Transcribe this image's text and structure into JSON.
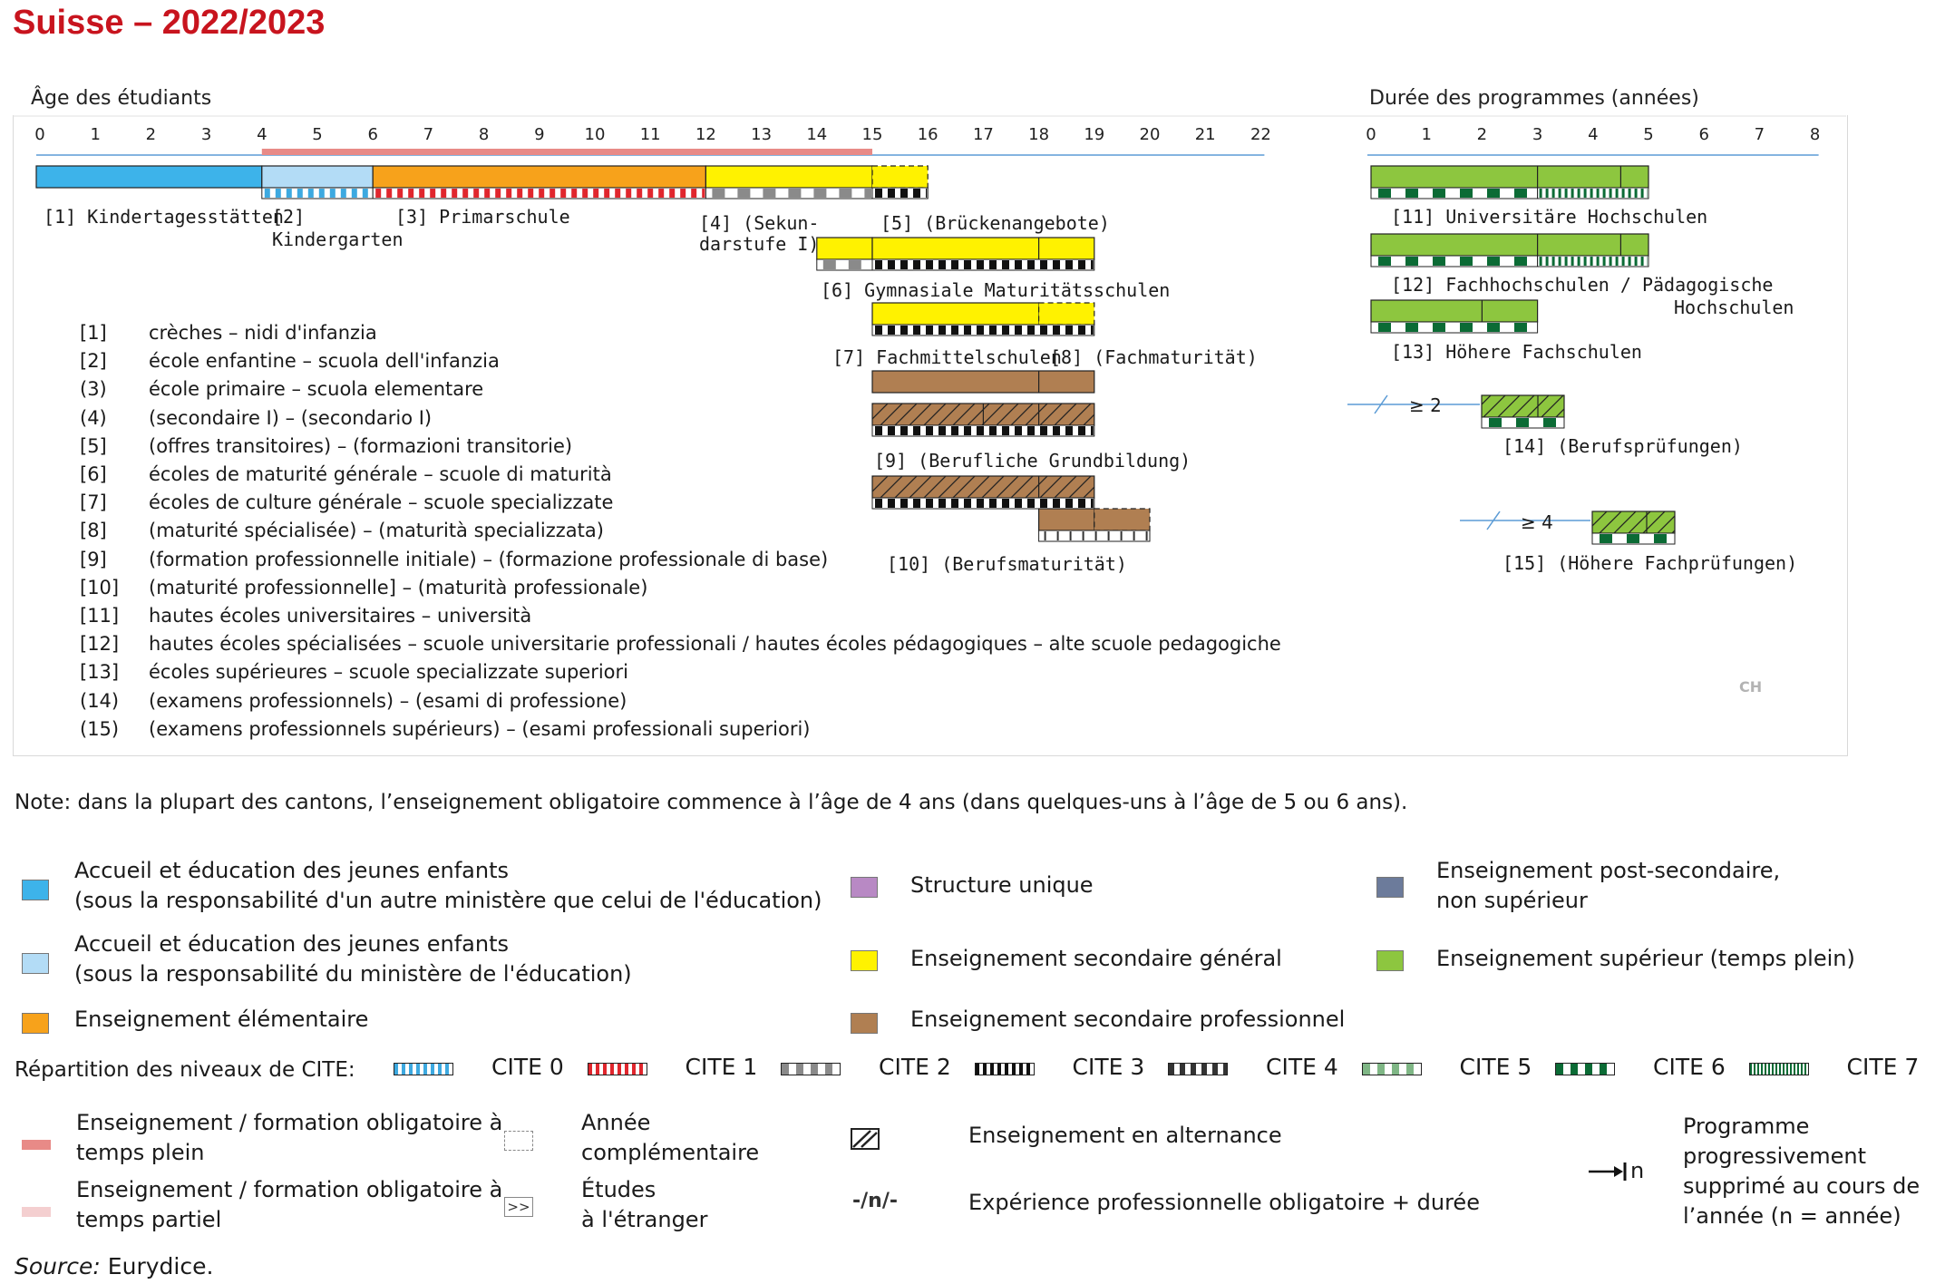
{
  "title": "Suisse – 2022/2023",
  "age_axis": {
    "title": "Âge des étudiants",
    "ticks": [
      "0",
      "1",
      "2",
      "3",
      "4",
      "5",
      "6",
      "7",
      "8",
      "9",
      "10",
      "11",
      "12",
      "13",
      "14",
      "15",
      "16",
      "17",
      "18",
      "19",
      "20",
      "21",
      "22"
    ]
  },
  "duration_axis": {
    "title": "Durée des programmes (années)",
    "ticks": [
      "0",
      "1",
      "2",
      "3",
      "4",
      "5",
      "6",
      "7",
      "8"
    ]
  },
  "compulsory_full_time": {
    "from_age": 4,
    "to_age": 15
  },
  "colors": {
    "ecec_other": "#3db3ea",
    "ecec_edu": "#b3dcf6",
    "primary": "#f7a21b",
    "single": "#b889c4",
    "general": "#fff200",
    "vocational": "#b07f52",
    "postsec": "#6c7b9b",
    "tertiary": "#8dc63f",
    "compulsory": "#e88a87",
    "compulsory_part": "#f4cfd0",
    "title": "#c8141e"
  },
  "programmes": [
    {
      "id": "1",
      "label": "[1] Kindertagesstätten"
    },
    {
      "id": "2",
      "label": "[2]",
      "label2": "Kindergarten"
    },
    {
      "id": "3",
      "label": "[3] Primarschule"
    },
    {
      "id": "4",
      "label": "[4] (Sekun-",
      "label2": "darstufe I)"
    },
    {
      "id": "5",
      "label": "[5] (Brückenangebote)"
    },
    {
      "id": "6",
      "label": "[6] Gymnasiale Maturitätsschulen"
    },
    {
      "id": "7",
      "label": "[7] Fachmittelschulen"
    },
    {
      "id": "8",
      "label": "[8] (Fachmaturität)"
    },
    {
      "id": "9",
      "label": "[9] (Berufliche Grundbildung)"
    },
    {
      "id": "10",
      "label": "[10] (Berufsmaturität)"
    },
    {
      "id": "11",
      "label": "[11] Universitäre Hochschulen"
    },
    {
      "id": "12",
      "label": "[12] Fachhochschulen / Pädagogische",
      "label2": "Hochschulen"
    },
    {
      "id": "13",
      "label": "[13] Höhere Fachschulen"
    },
    {
      "id": "14",
      "label": "[14] (Berufsprüfungen)",
      "experience": "≥ 2"
    },
    {
      "id": "15",
      "label": "[15] (Höhere Fachprüfungen)",
      "experience": "≥ 4"
    }
  ],
  "translations": [
    {
      "num": "[1]",
      "text": "crèches – nidi d'infanzia"
    },
    {
      "num": "[2]",
      "text": "école enfantine – scuola dell'infanzia"
    },
    {
      "num": "(3)",
      "text": "école primaire – scuola elementare"
    },
    {
      "num": "(4)",
      "text": "(secondaire I)  –  (secondario I)"
    },
    {
      "num": "[5]",
      "text": "(offres transitoires) – (formazioni transitorie)"
    },
    {
      "num": "[6]",
      "text": "écoles de maturité générale – scuole di maturità"
    },
    {
      "num": "[7]",
      "text": "écoles de culture générale – scuole specializzate"
    },
    {
      "num": "[8]",
      "text": "(maturité spécialisée) – (maturità specializzata)"
    },
    {
      "num": "[9]",
      "text": "(formation professionnelle initiale) – (formazione professionale di base)"
    },
    {
      "num": "[10]",
      "text": "(maturité professionnelle] –  (maturità professionale)"
    },
    {
      "num": "[11]",
      "text": "hautes écoles universitaires – università"
    },
    {
      "num": "[12]",
      "text": "hautes écoles spécialisées – scuole universitarie professionali / hautes écoles pédagogiques –  alte scuole pedagogiche"
    },
    {
      "num": "[13]",
      "text": "écoles supérieures – scuole specializzate superiori"
    },
    {
      "num": "(14)",
      "text": "(examens professionnels) – (esami di professione)"
    },
    {
      "num": "(15)",
      "text": "(examens professionnels supérieurs) – (esami professionali superiori)"
    }
  ],
  "country_code": "CH",
  "note": "Note: dans la plupart des cantons, l’enseignement obligatoire commence à l’âge de 4 ans (dans quelques-uns à l’âge de 5 ou 6 ans).",
  "legend": {
    "ecec_other_1": "Accueil et éducation des jeunes enfants",
    "ecec_other_2": "(sous la responsabilité d'un autre ministère que celui de l'éducation)",
    "ecec_edu_1": "Accueil et éducation des jeunes enfants",
    "ecec_edu_2": "(sous la responsabilité du ministère de l'éducation)",
    "primary": "Enseignement élémentaire",
    "single": "Structure unique",
    "general": "Enseignement secondaire général",
    "vocational": "Enseignement secondaire professionnel",
    "postsec_1": "Enseignement post-secondaire,",
    "postsec_2": "non supérieur",
    "tertiary": "Enseignement supérieur (temps plein)"
  },
  "isced": {
    "title": "Répartition des niveaux de CITE:",
    "levels": [
      "CITE 0",
      "CITE 1",
      "CITE 2",
      "CITE 3",
      "CITE 4",
      "CITE 5",
      "CITE 6",
      "CITE 7"
    ]
  },
  "bottom_legend": {
    "full_time_1": "Enseignement / formation obligatoire  à",
    "full_time_2": "temps plein",
    "part_time_1": "Enseignement / formation obligatoire à",
    "part_time_2": "temps partiel",
    "extra_year_1": "Année",
    "extra_year_2": "complémentaire",
    "abroad_1": "Études",
    "abroad_2": "à l'étranger",
    "abroad_symbol": ">>",
    "dual": "Enseignement en alternance",
    "work_exp_symbol": "-/n/-",
    "work_exp": "Expérience professionnelle obligatoire + durée",
    "phased_symbol": "n",
    "phased_1": "Programme",
    "phased_2": "progressivement",
    "phased_3": "supprimé au cours de",
    "phased_4": "l’année (n = année)"
  },
  "source_label": "Source:",
  "source_value": "Eurydice."
}
